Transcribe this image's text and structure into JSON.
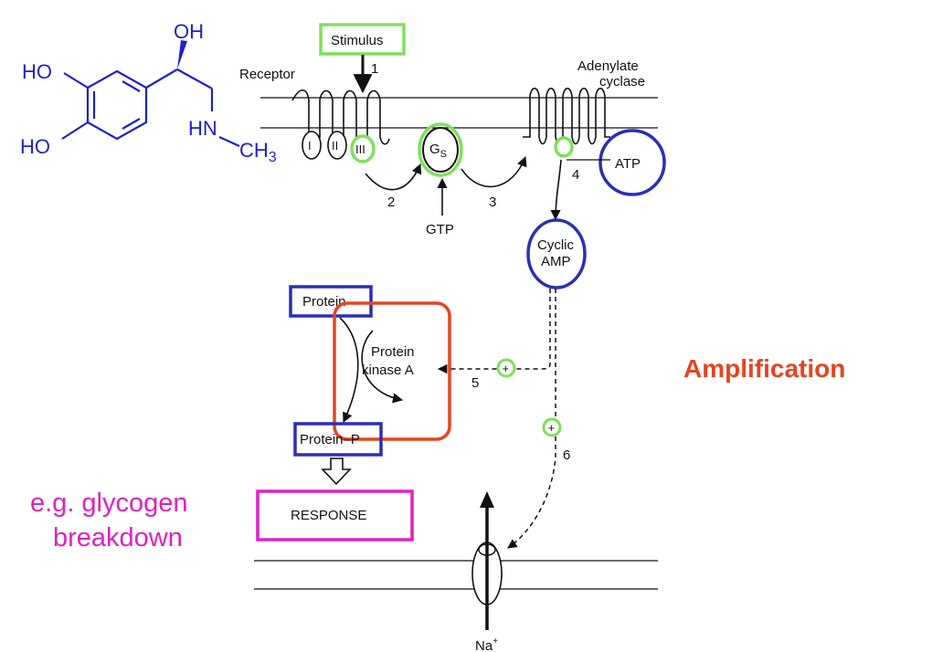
{
  "molecule": {
    "oh_top": "OH",
    "ho_upper": "HO",
    "ho_lower": "HO",
    "nh": "HN",
    "methyl": "CH",
    "methyl_sub": "3"
  },
  "diagram": {
    "stimulus": "Stimulus",
    "receptor": "Receptor",
    "adenylate": "Adenylate",
    "cyclase": "cyclase",
    "domain_1": "I",
    "domain_2": "II",
    "domain_3": "III",
    "gs_main": "G",
    "gs_sub": "S",
    "gtp": "GTP",
    "atp": "ATP",
    "cyclic": "Cyclic",
    "amp": "AMP",
    "protein": "Protein",
    "pka_line1": "Protein",
    "pka_line2": "kinase A",
    "protein_p": "Protein–P",
    "response": "RESPONSE",
    "na": "Na",
    "na_charge": "+",
    "plus": "+",
    "step_1": "1",
    "step_2": "2",
    "step_3": "3",
    "step_4": "4",
    "step_5": "5",
    "step_6": "6"
  },
  "annotations": {
    "amplification": "Amplification",
    "example_line1": "e.g. glycogen",
    "example_line2": "breakdown"
  },
  "colors": {
    "stimulus_box": "#7ee05a",
    "blue_marks": "#2a2fb8",
    "pka_box": "#e8431f",
    "response_box": "#e020c0"
  }
}
